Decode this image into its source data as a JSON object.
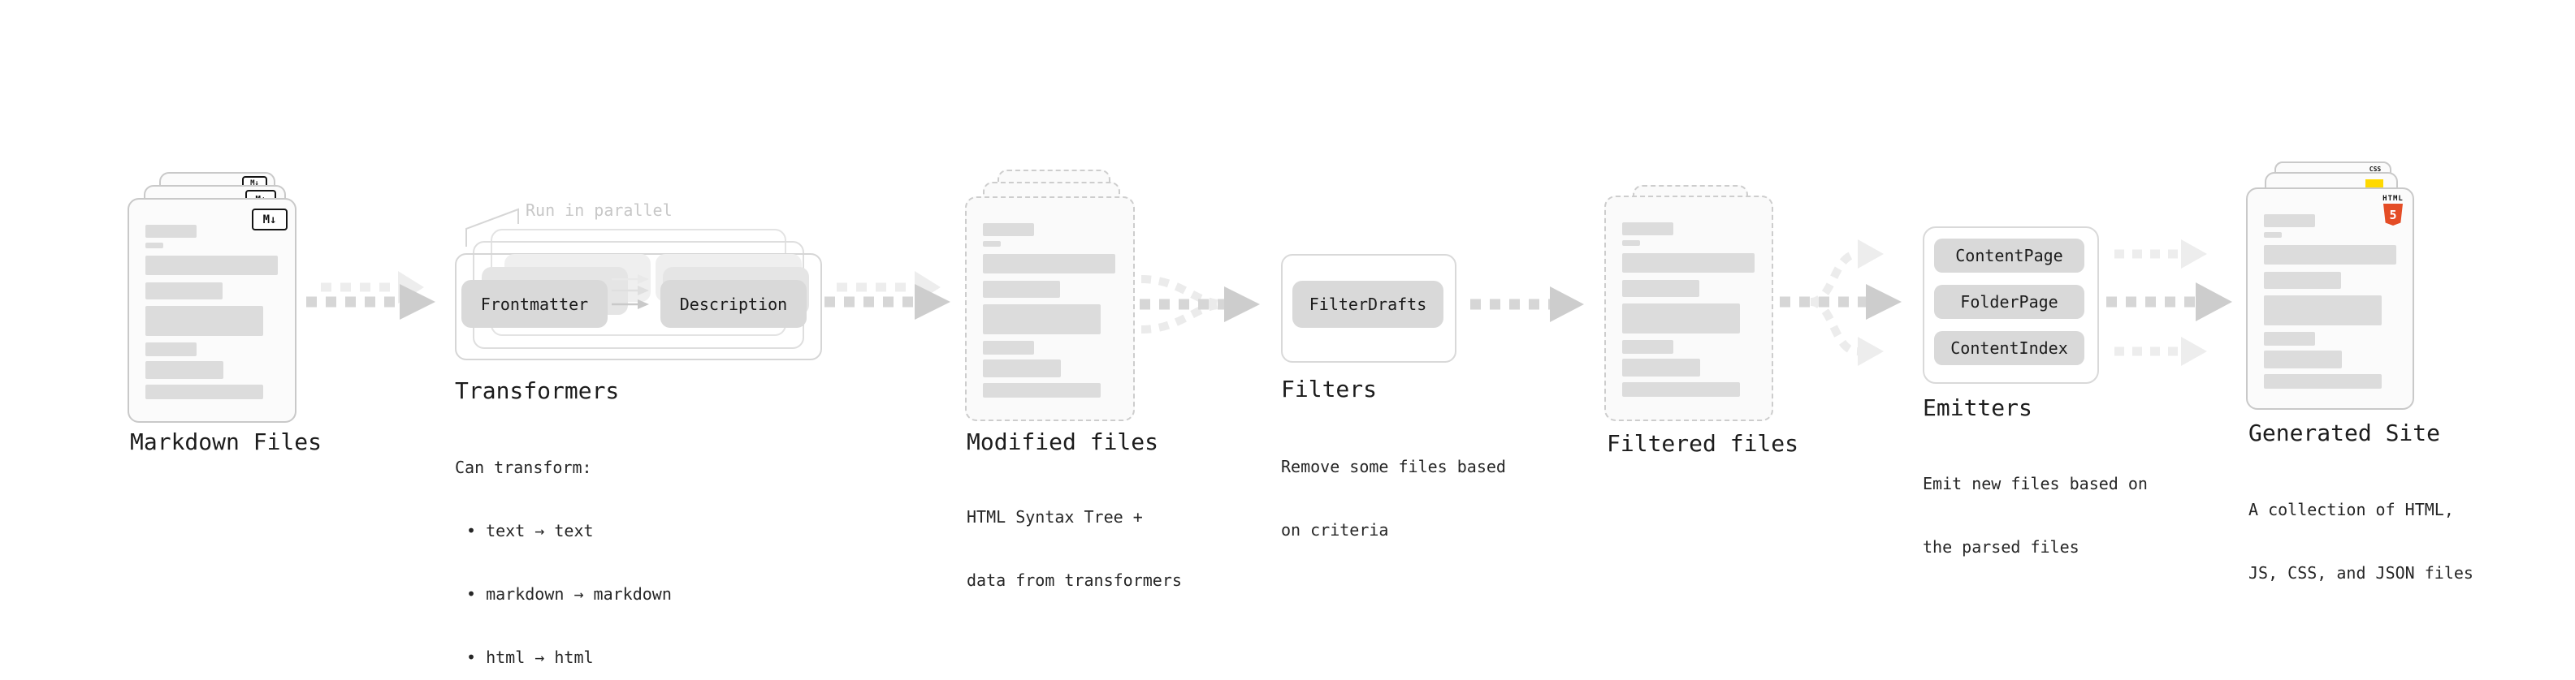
{
  "markdown_files": {
    "title": "Markdown Files"
  },
  "transformers": {
    "title": "Transformers",
    "annotation": "Run in parallel",
    "pill_left": "Frontmatter",
    "pill_right": "Description",
    "heading": "Can transform:",
    "bullets": [
      "• text → text",
      "• markdown → markdown",
      "• html → html"
    ]
  },
  "modified_files": {
    "title": "Modified files",
    "line1": "HTML Syntax Tree +",
    "line2": "data from transformers"
  },
  "filters": {
    "title": "Filters",
    "pill": "FilterDrafts",
    "line1": "Remove some files based",
    "line2": "on criteria"
  },
  "filtered_files": {
    "title": "Filtered files"
  },
  "emitters": {
    "title": "Emitters",
    "pills": [
      "ContentPage",
      "FolderPage",
      "ContentIndex"
    ],
    "line1": "Emit new files based on",
    "line2": "the parsed files"
  },
  "generated_site": {
    "title": "Generated Site",
    "line1": "A collection of HTML,",
    "line2": "JS, CSS, and JSON files"
  },
  "icons": {
    "markdown": "M↓",
    "css": "CSS",
    "html": "HTML",
    "html5_number": "5"
  },
  "colors": {
    "arrow_dark": "#d6d6d6",
    "arrow_head": "#cdcdcd",
    "arrow_light": "#ededed",
    "js_yellow": "#ffd900",
    "css_blue": "#2d62ea",
    "html_orange": "#e44d26"
  }
}
